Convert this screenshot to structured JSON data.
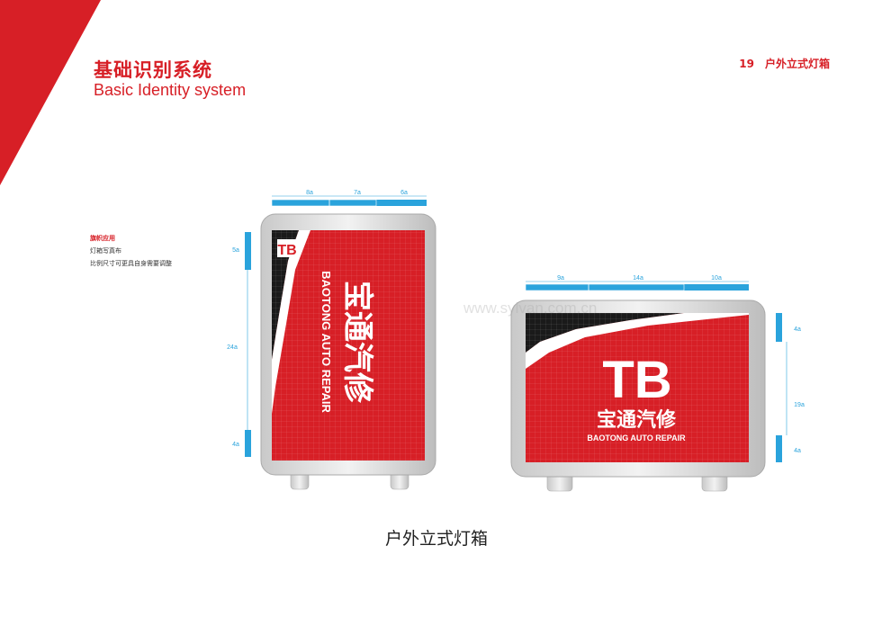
{
  "header": {
    "title_cn": "基础识别系统",
    "title_en": "Basic Identity system",
    "page_number": "19",
    "page_title": "户外立式灯箱"
  },
  "notes": {
    "title": "旗帜应用",
    "line1": "灯箱写真布",
    "line2": "比例尺寸可更具自身需要调整"
  },
  "sign_vertical": {
    "dims_top": [
      "8a",
      "7a",
      "6a"
    ],
    "dims_left": [
      "5a",
      "24a",
      "4a"
    ],
    "logo_text": "TB",
    "brand_cn": "宝通汽修",
    "brand_en": "BAOTONG AUTO REPAIR"
  },
  "sign_horizontal": {
    "dims_top": [
      "9a",
      "14a",
      "10a"
    ],
    "dims_right": [
      "4a",
      "19a",
      "4a"
    ],
    "logo_text": "TB",
    "brand_cn": "宝通汽修",
    "brand_en": "BAOTONG AUTO REPAIR"
  },
  "watermark": "www.sylvan.com.cn",
  "caption": "户外立式灯箱",
  "colors": {
    "brand_red": "#d71f26",
    "dim_blue": "#2aa3dc",
    "black": "#1a1a1a"
  }
}
